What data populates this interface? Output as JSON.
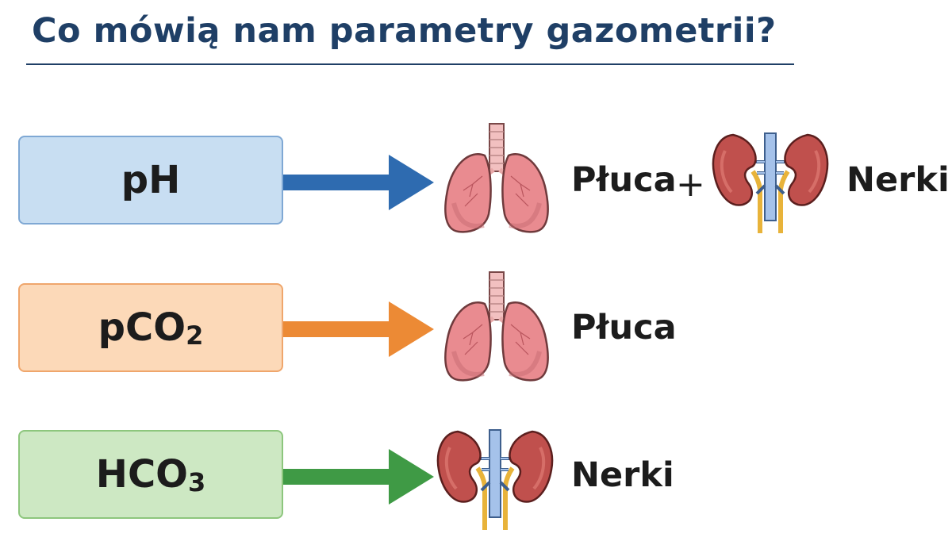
{
  "title": "Co mówią nam parametry gazometrii?",
  "rows": [
    {
      "param_base": "pH",
      "param_sub": "",
      "color": "#2e6bb0",
      "label_1": "Płuca",
      "operator": "+",
      "label_2": "Nerki",
      "organs": [
        "lungs-icon",
        "kidneys-icon"
      ]
    },
    {
      "param_base": "pCO",
      "param_sub": "2",
      "color": "#ec8a35",
      "label_1": "Płuca",
      "organs": [
        "lungs-icon"
      ]
    },
    {
      "param_base": "HCO",
      "param_sub": "3",
      "color": "#3f9a45",
      "label_1": "Nerki",
      "organs": [
        "kidneys-icon"
      ]
    }
  ]
}
